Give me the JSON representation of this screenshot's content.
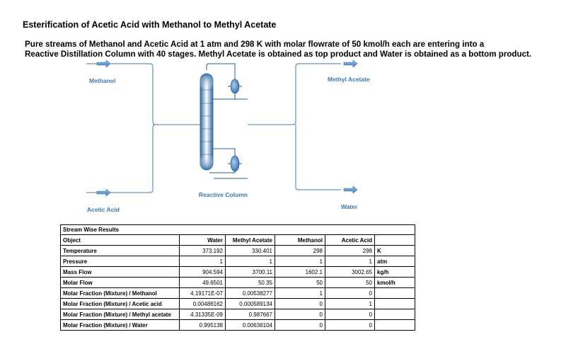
{
  "title": "Esterification of Acetic Acid with Methanol to Methyl Acetate",
  "description": [
    "Pure streams of Methanol and Acetic Acid at 1 atm and 298 K with molar flowrate of 50 kmol/h each are entering into a",
    "Reactive Distillation Column with 40 stages. Methyl Acetate is obtained as top product and Water is obtained as a bottom product."
  ],
  "flowsheet": {
    "labels": {
      "methanol": "Methanol",
      "acetic_acid": "Acetic Acid",
      "column": "Reactive Column",
      "methyl_acetate": "Methyl Acetate",
      "water": "Water"
    },
    "stream_color": "#3b78b2"
  },
  "results": {
    "caption": "Stream Wise Results",
    "headers": [
      "Object",
      "Water",
      "Methyl Acetate",
      "Methanol",
      "Acetic Acid",
      ""
    ],
    "rows": [
      {
        "name": "Temperature",
        "values": [
          "373.192",
          "330.401",
          "298",
          "298"
        ],
        "unit": "K"
      },
      {
        "name": "Pressure",
        "values": [
          "1",
          "1",
          "1",
          "1"
        ],
        "unit": "atm"
      },
      {
        "name": "Mass Flow",
        "values": [
          "904.594",
          "3700.11",
          "1602.1",
          "3002.65"
        ],
        "unit": "kg/h"
      },
      {
        "name": "Molar Flow",
        "values": [
          "49.6501",
          "50.35",
          "50",
          "50"
        ],
        "unit": "kmol/h"
      },
      {
        "name": "Molar Fraction (Mixture)  /  Methanol",
        "values": [
          "4.19171E-07",
          "0.00538277",
          "1",
          "0"
        ],
        "unit": ""
      },
      {
        "name": "Molar Fraction (Mixture)  /  Acetic acid",
        "values": [
          "0.00486162",
          "0.000589134",
          "0",
          "1"
        ],
        "unit": ""
      },
      {
        "name": "Molar Fraction (Mixture)  /  Methyl acetate",
        "values": [
          "4.31335E-09",
          "0.987667",
          "0",
          "0"
        ],
        "unit": ""
      },
      {
        "name": "Molar Fraction (Mixture)  /  Water",
        "values": [
          "0.995138",
          "0.00636104",
          "0",
          "0"
        ],
        "unit": ""
      }
    ]
  }
}
